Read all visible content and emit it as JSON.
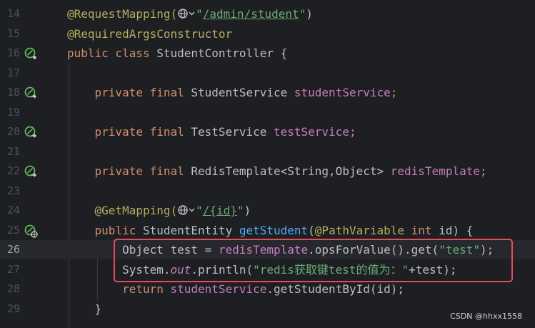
{
  "editor": {
    "lines": [
      {
        "num": "14",
        "tokens": [
          {
            "t": "@RequestMapping(",
            "c": "ann"
          },
          {
            "t": "",
            "c": "hint"
          },
          {
            "t": "\"",
            "c": "str"
          },
          {
            "t": "/admin/student",
            "c": "str url"
          },
          {
            "t": "\"",
            "c": "str"
          },
          {
            "t": ")",
            "c": "plain"
          }
        ]
      },
      {
        "num": "15",
        "tokens": [
          {
            "t": "@RequiredArgsConstructor",
            "c": "ann"
          }
        ]
      },
      {
        "num": "16",
        "icon": "bean-icon",
        "tokens": [
          {
            "t": "public class ",
            "c": "kw"
          },
          {
            "t": "StudentController {",
            "c": "plain"
          }
        ]
      },
      {
        "num": "17",
        "tokens": []
      },
      {
        "num": "18",
        "icon": "bean-arrow-icon",
        "tokens": [
          {
            "t": "    private final ",
            "c": "kw"
          },
          {
            "t": "StudentService ",
            "c": "plain"
          },
          {
            "t": "studentService",
            "c": "field"
          },
          {
            "t": ";",
            "c": "kw"
          }
        ]
      },
      {
        "num": "19",
        "tokens": []
      },
      {
        "num": "20",
        "icon": "bean-arrow-icon",
        "tokens": [
          {
            "t": "    private final ",
            "c": "kw"
          },
          {
            "t": "TestService ",
            "c": "plain"
          },
          {
            "t": "testService",
            "c": "field"
          },
          {
            "t": ";",
            "c": "kw"
          }
        ]
      },
      {
        "num": "21",
        "tokens": []
      },
      {
        "num": "22",
        "icon": "bean-arrow-icon",
        "tokens": [
          {
            "t": "    private final ",
            "c": "kw"
          },
          {
            "t": "RedisTemplate<String,Object> ",
            "c": "plain"
          },
          {
            "t": "redisTemplate",
            "c": "field"
          },
          {
            "t": ";",
            "c": "kw"
          }
        ]
      },
      {
        "num": "23",
        "tokens": []
      },
      {
        "num": "24",
        "tokens": [
          {
            "t": "    @GetMapping(",
            "c": "ann"
          },
          {
            "t": "",
            "c": "hint"
          },
          {
            "t": "\"",
            "c": "str"
          },
          {
            "t": "/{id}",
            "c": "str url"
          },
          {
            "t": "\"",
            "c": "str"
          },
          {
            "t": ")",
            "c": "plain"
          }
        ]
      },
      {
        "num": "25",
        "icon": "bean-web-icon",
        "tokens": [
          {
            "t": "    public ",
            "c": "kw"
          },
          {
            "t": "StudentEntity ",
            "c": "plain"
          },
          {
            "t": "getStudent",
            "c": "fn"
          },
          {
            "t": "(",
            "c": "plain"
          },
          {
            "t": "@PathVariable ",
            "c": "ann"
          },
          {
            "t": "int ",
            "c": "kw"
          },
          {
            "t": "id) {",
            "c": "plain"
          }
        ]
      },
      {
        "num": "26",
        "current": true,
        "tokens": [
          {
            "t": "        Object test = ",
            "c": "plain"
          },
          {
            "t": "redisTemplate",
            "c": "field"
          },
          {
            "t": ".opsForValue().get(",
            "c": "plain"
          },
          {
            "t": "\"test\"",
            "c": "str"
          },
          {
            "t": ");",
            "c": "plain"
          }
        ]
      },
      {
        "num": "27",
        "tokens": [
          {
            "t": "        System.",
            "c": "plain"
          },
          {
            "t": "out",
            "c": "static"
          },
          {
            "t": ".println(",
            "c": "plain"
          },
          {
            "t": "\"redis获取键test的值为：\"",
            "c": "str"
          },
          {
            "t": "+test);",
            "c": "plain"
          }
        ]
      },
      {
        "num": "28",
        "tokens": [
          {
            "t": "        return ",
            "c": "kw"
          },
          {
            "t": "studentService",
            "c": "field"
          },
          {
            "t": ".getStudentById(id);",
            "c": "plain"
          }
        ]
      },
      {
        "num": "29",
        "tokens": [
          {
            "t": "    }",
            "c": "plain"
          }
        ]
      }
    ]
  },
  "watermark": "CSDN @hhxx1558",
  "colors": {
    "background": "#1e1f22",
    "current_line": "#26282e",
    "keyword": "#cf8e6d",
    "annotation": "#b3ae60",
    "string": "#6aab73",
    "field": "#c77dbb",
    "function": "#56a8f5",
    "plain": "#bcbec4",
    "highlight_border": "#e04e5c"
  }
}
